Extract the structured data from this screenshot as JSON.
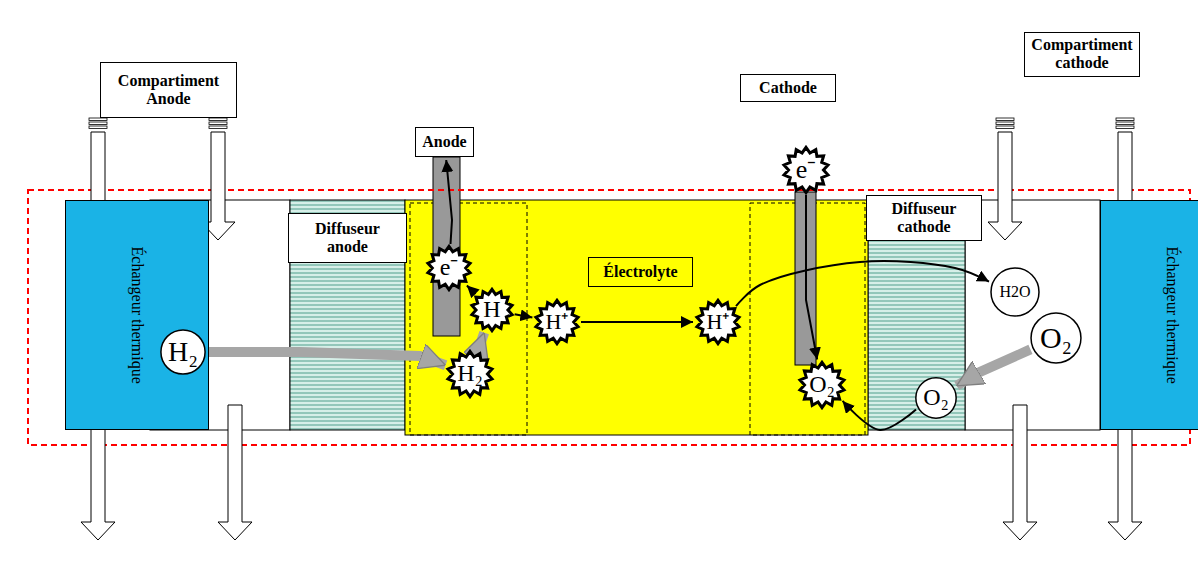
{
  "diagram": {
    "nodes": [
      {
        "text": [
          "Compartiment Anode"
        ]
      },
      {
        "text": [
          "Anode"
        ]
      },
      {
        "text": [
          "Cathode"
        ]
      },
      {
        "text": [
          "Compartiment cathode"
        ]
      },
      {
        "text": [
          "Échangeur thermique"
        ]
      },
      {
        "text": [
          "H₂"
        ]
      },
      {
        "text": [
          "Diffuseur anode"
        ]
      },
      {
        "text": [
          "e⁻"
        ]
      },
      {
        "text": [
          "H"
        ]
      },
      {
        "text": [
          "H₂"
        ]
      },
      {
        "text": [
          "H⁺"
        ]
      },
      {
        "text": [
          "Électrolyte"
        ]
      },
      {
        "text": [
          "H⁺"
        ]
      },
      {
        "text": [
          "e⁻"
        ]
      },
      {
        "text": [
          "O₂"
        ]
      },
      {
        "text": [
          "Diffuseur cathode"
        ]
      },
      {
        "text": [
          "H2O"
        ]
      },
      {
        "text": [
          "O₂"
        ]
      },
      {
        "text": [
          "O₂"
        ]
      },
      {
        "text": [
          "Échangeur thermique"
        ]
      }
    ],
    "edges": [
      {
        "from": 5,
        "to": 9,
        "arrow": "to"
      },
      {
        "from": 9,
        "to": 8,
        "arrow": "to"
      },
      {
        "from": 8,
        "to": 7,
        "arrow": "to"
      },
      {
        "from": 7,
        "to": 1,
        "arrow": "to"
      },
      {
        "from": 8,
        "to": 10,
        "arrow": "to"
      },
      {
        "from": 10,
        "to": 12,
        "arrow": "to"
      },
      {
        "from": 12,
        "to": 16,
        "arrow": "to"
      },
      {
        "from": 13,
        "to": 14,
        "arrow": "to"
      },
      {
        "from": 17,
        "to": 18,
        "arrow": "to"
      },
      {
        "from": 18,
        "to": 14,
        "arrow": "to"
      }
    ]
  }
}
